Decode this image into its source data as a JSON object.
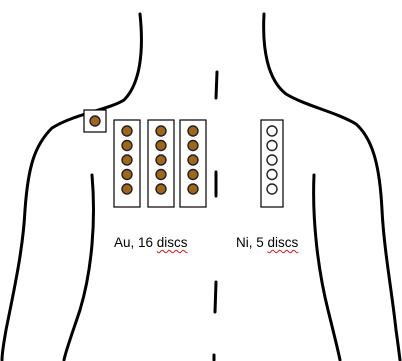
{
  "colors": {
    "gold_disc": "#a0661c",
    "nickel_disc": "#ffffff",
    "outline": "#000000",
    "spellcheck_underline": "#d01818"
  },
  "labels": {
    "au": {
      "prefix": "Au, 16 ",
      "word": "discs"
    },
    "ni": {
      "prefix": "Ni, 5 ",
      "word": "discs"
    }
  },
  "patches": {
    "gold_single_count": 1,
    "gold_strip_count": 3,
    "gold_discs_per_strip": 5,
    "nickel_strip_count": 1,
    "nickel_discs_per_strip": 5
  }
}
